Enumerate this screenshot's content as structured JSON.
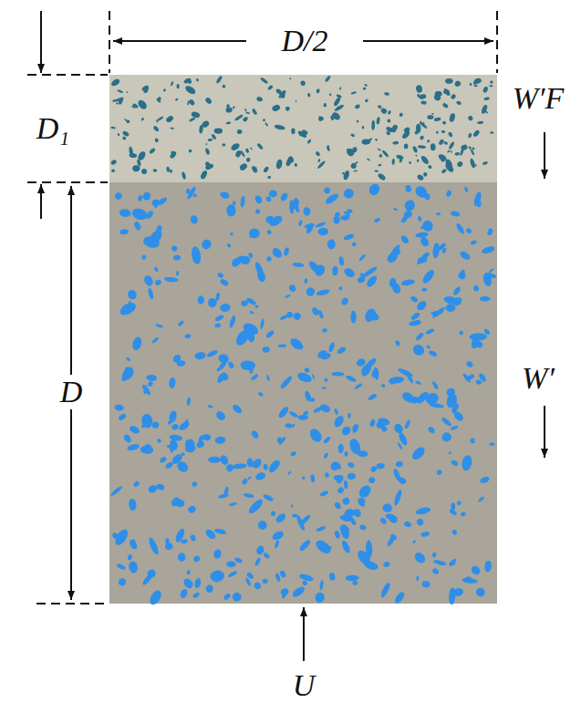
{
  "diagram": {
    "labels": [
      "D/2",
      "D₁",
      "W′F",
      "D",
      "W′",
      "U"
    ]
  }
}
